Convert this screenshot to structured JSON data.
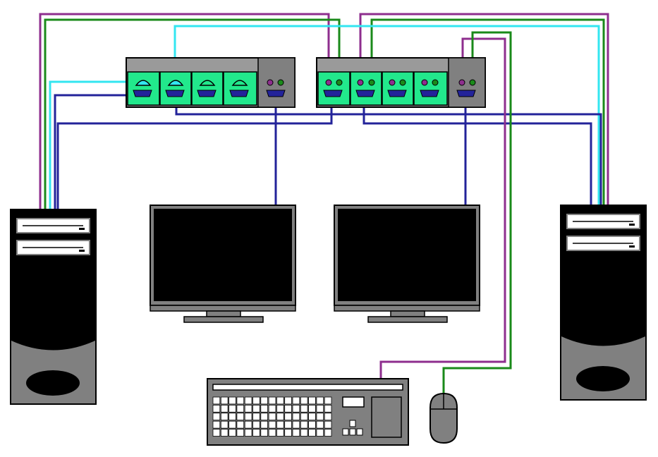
{
  "colors": {
    "background": "#ffffff",
    "cable_purple": "#8e2e8e",
    "cable_green": "#1a8a1a",
    "cable_cyan": "#33e6f0",
    "cable_blue": "#23239a",
    "switch_body": "#808080",
    "port_green": "#22e88c",
    "device_black": "#000000",
    "device_gray": "#808080",
    "screen": "#000000"
  },
  "components": {
    "kvm_switches": [
      {
        "id": "kvm-switch-left",
        "computer_ports": 4,
        "console_port": true
      },
      {
        "id": "kvm-switch-right",
        "computer_ports": 4,
        "console_port": true
      }
    ],
    "computers": [
      "computer-left",
      "computer-right"
    ],
    "monitors": [
      "monitor-left",
      "monitor-right"
    ],
    "keyboard": "keyboard",
    "mouse": "mouse"
  },
  "icons": [
    "ps2-port-icon",
    "vga-port-icon",
    "usb-port-icon"
  ]
}
